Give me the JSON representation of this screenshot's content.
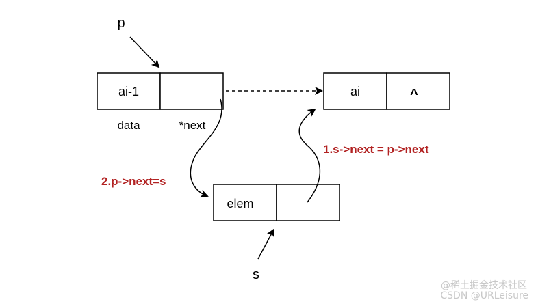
{
  "nodes": {
    "node_prev": {
      "data": "ai-1",
      "next": ""
    },
    "node_next": {
      "data": "ai",
      "next": "^"
    },
    "node_new": {
      "data": "elem",
      "next": ""
    }
  },
  "field_labels": {
    "data": "data",
    "next": "*next"
  },
  "pointers": {
    "p": "p",
    "s": "s"
  },
  "steps": {
    "step1": "1.s->next = p->next",
    "step2": "2.p->next=s"
  },
  "watermark": {
    "line1": "@稀土掘金技术社区",
    "line2": "CSDN @URLeisure"
  },
  "colors": {
    "step_label": "#b22222",
    "stroke": "#000000",
    "watermark": "#c8c8c8"
  }
}
